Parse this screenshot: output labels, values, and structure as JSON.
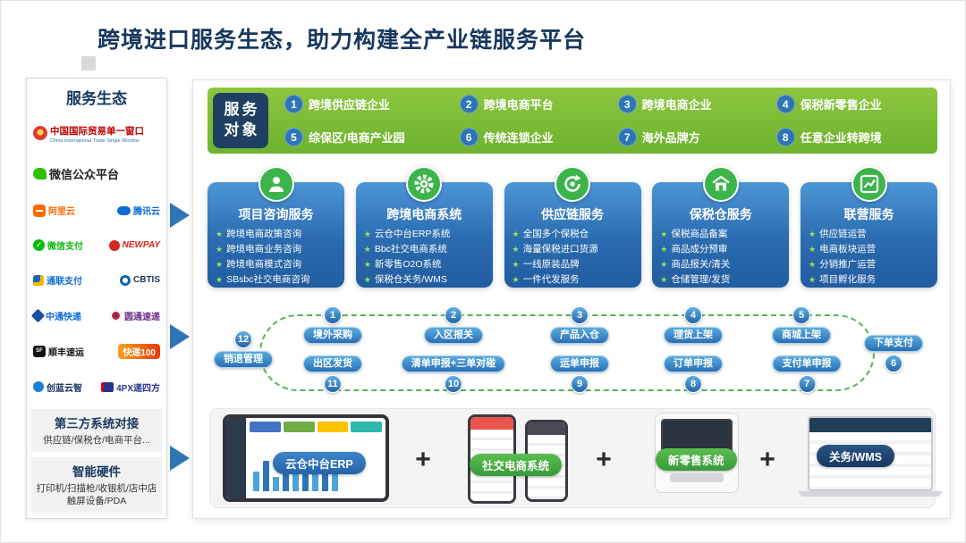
{
  "colors": {
    "navy": "#17375E",
    "banner_green": "#7DBE3C",
    "card_blue": "#2B6BB0",
    "accent_green": "#3BB54A",
    "badge_blue": "#2E75B6"
  },
  "icons": {
    "star": "★",
    "plus": "+"
  },
  "title": "跨境进口服务生态，助力构建全产业链服务平台",
  "sidebar": {
    "title": "服务生态",
    "partners": [
      {
        "name": "中国国际贸易单一窗口",
        "sub": "China International Trade Single Window"
      },
      {
        "name": "微信公众平台"
      },
      {
        "name": "阿里云"
      },
      {
        "name": "腾讯云"
      },
      {
        "name": "微信支付"
      },
      {
        "name": "NEWPAY"
      },
      {
        "name": "通联支付"
      },
      {
        "name": "CBTIS"
      },
      {
        "name": "中通快递"
      },
      {
        "name": "圆通速递"
      },
      {
        "name": "顺丰速运"
      },
      {
        "name": "快递100"
      },
      {
        "name": "创蓝云智"
      },
      {
        "name": "4PX递四方"
      }
    ],
    "sections": [
      {
        "title": "第三方系统对接",
        "desc": "供应链/保税仓/电商平台..."
      },
      {
        "title": "智能硬件",
        "desc": "打印机/扫描枪/收银机/店中店触屏设备/PDA"
      }
    ]
  },
  "banner": {
    "label_line1": "服务",
    "label_line2": "对象",
    "items": [
      {
        "num": "1",
        "label": "跨境供应链企业"
      },
      {
        "num": "2",
        "label": "跨境电商平台"
      },
      {
        "num": "3",
        "label": "跨境电商企业"
      },
      {
        "num": "4",
        "label": "保税新零售企业"
      },
      {
        "num": "5",
        "label": "综保区/电商产业园"
      },
      {
        "num": "6",
        "label": "传统连锁企业"
      },
      {
        "num": "7",
        "label": "海外品牌方"
      },
      {
        "num": "8",
        "label": "任意企业转跨境"
      }
    ]
  },
  "cards": [
    {
      "title": "项目咨询服务",
      "items": [
        "跨境电商政策咨询",
        "跨境电商业务咨询",
        "跨境电商模式咨询",
        "SBsbc社交电商咨询"
      ]
    },
    {
      "title": "跨境电商系统",
      "items": [
        "云仓中台ERP系统",
        "Bbc社交电商系统",
        "新零售O2O系统",
        "保税仓关务/WMS"
      ]
    },
    {
      "title": "供应链服务",
      "items": [
        "全国多个保税仓",
        "海量保税进口货源",
        "一线原装品牌",
        "一件代发服务"
      ]
    },
    {
      "title": "保税仓服务",
      "items": [
        "保税商品备案",
        "商品成分预审",
        "商品报关/清关",
        "仓储管理/发货"
      ]
    },
    {
      "title": "联营服务",
      "items": [
        "供应链运营",
        "电商板块运营",
        "分销推广运营",
        "项目孵化服务"
      ]
    }
  ],
  "flow": {
    "top": [
      {
        "num": "1",
        "label": "境外采购"
      },
      {
        "num": "2",
        "label": "入区报关"
      },
      {
        "num": "3",
        "label": "产品入仓"
      },
      {
        "num": "4",
        "label": "理货上架"
      },
      {
        "num": "5",
        "label": "商城上架"
      }
    ],
    "right": {
      "num": "6",
      "label": "下单支付"
    },
    "bottom": [
      {
        "num": "11",
        "label": "出区发货"
      },
      {
        "num": "10",
        "label": "清单申报+三单对碰"
      },
      {
        "num": "9",
        "label": "运单申报"
      },
      {
        "num": "8",
        "label": "订单申报"
      },
      {
        "num": "7",
        "label": "支付单申报"
      }
    ],
    "left": {
      "num": "12",
      "label": "销退管理"
    }
  },
  "bottom": {
    "products": [
      {
        "label": "云仓中台ERP"
      },
      {
        "label": "社交电商系统"
      },
      {
        "label": "新零售系统"
      },
      {
        "label": "关务/WMS"
      }
    ]
  }
}
